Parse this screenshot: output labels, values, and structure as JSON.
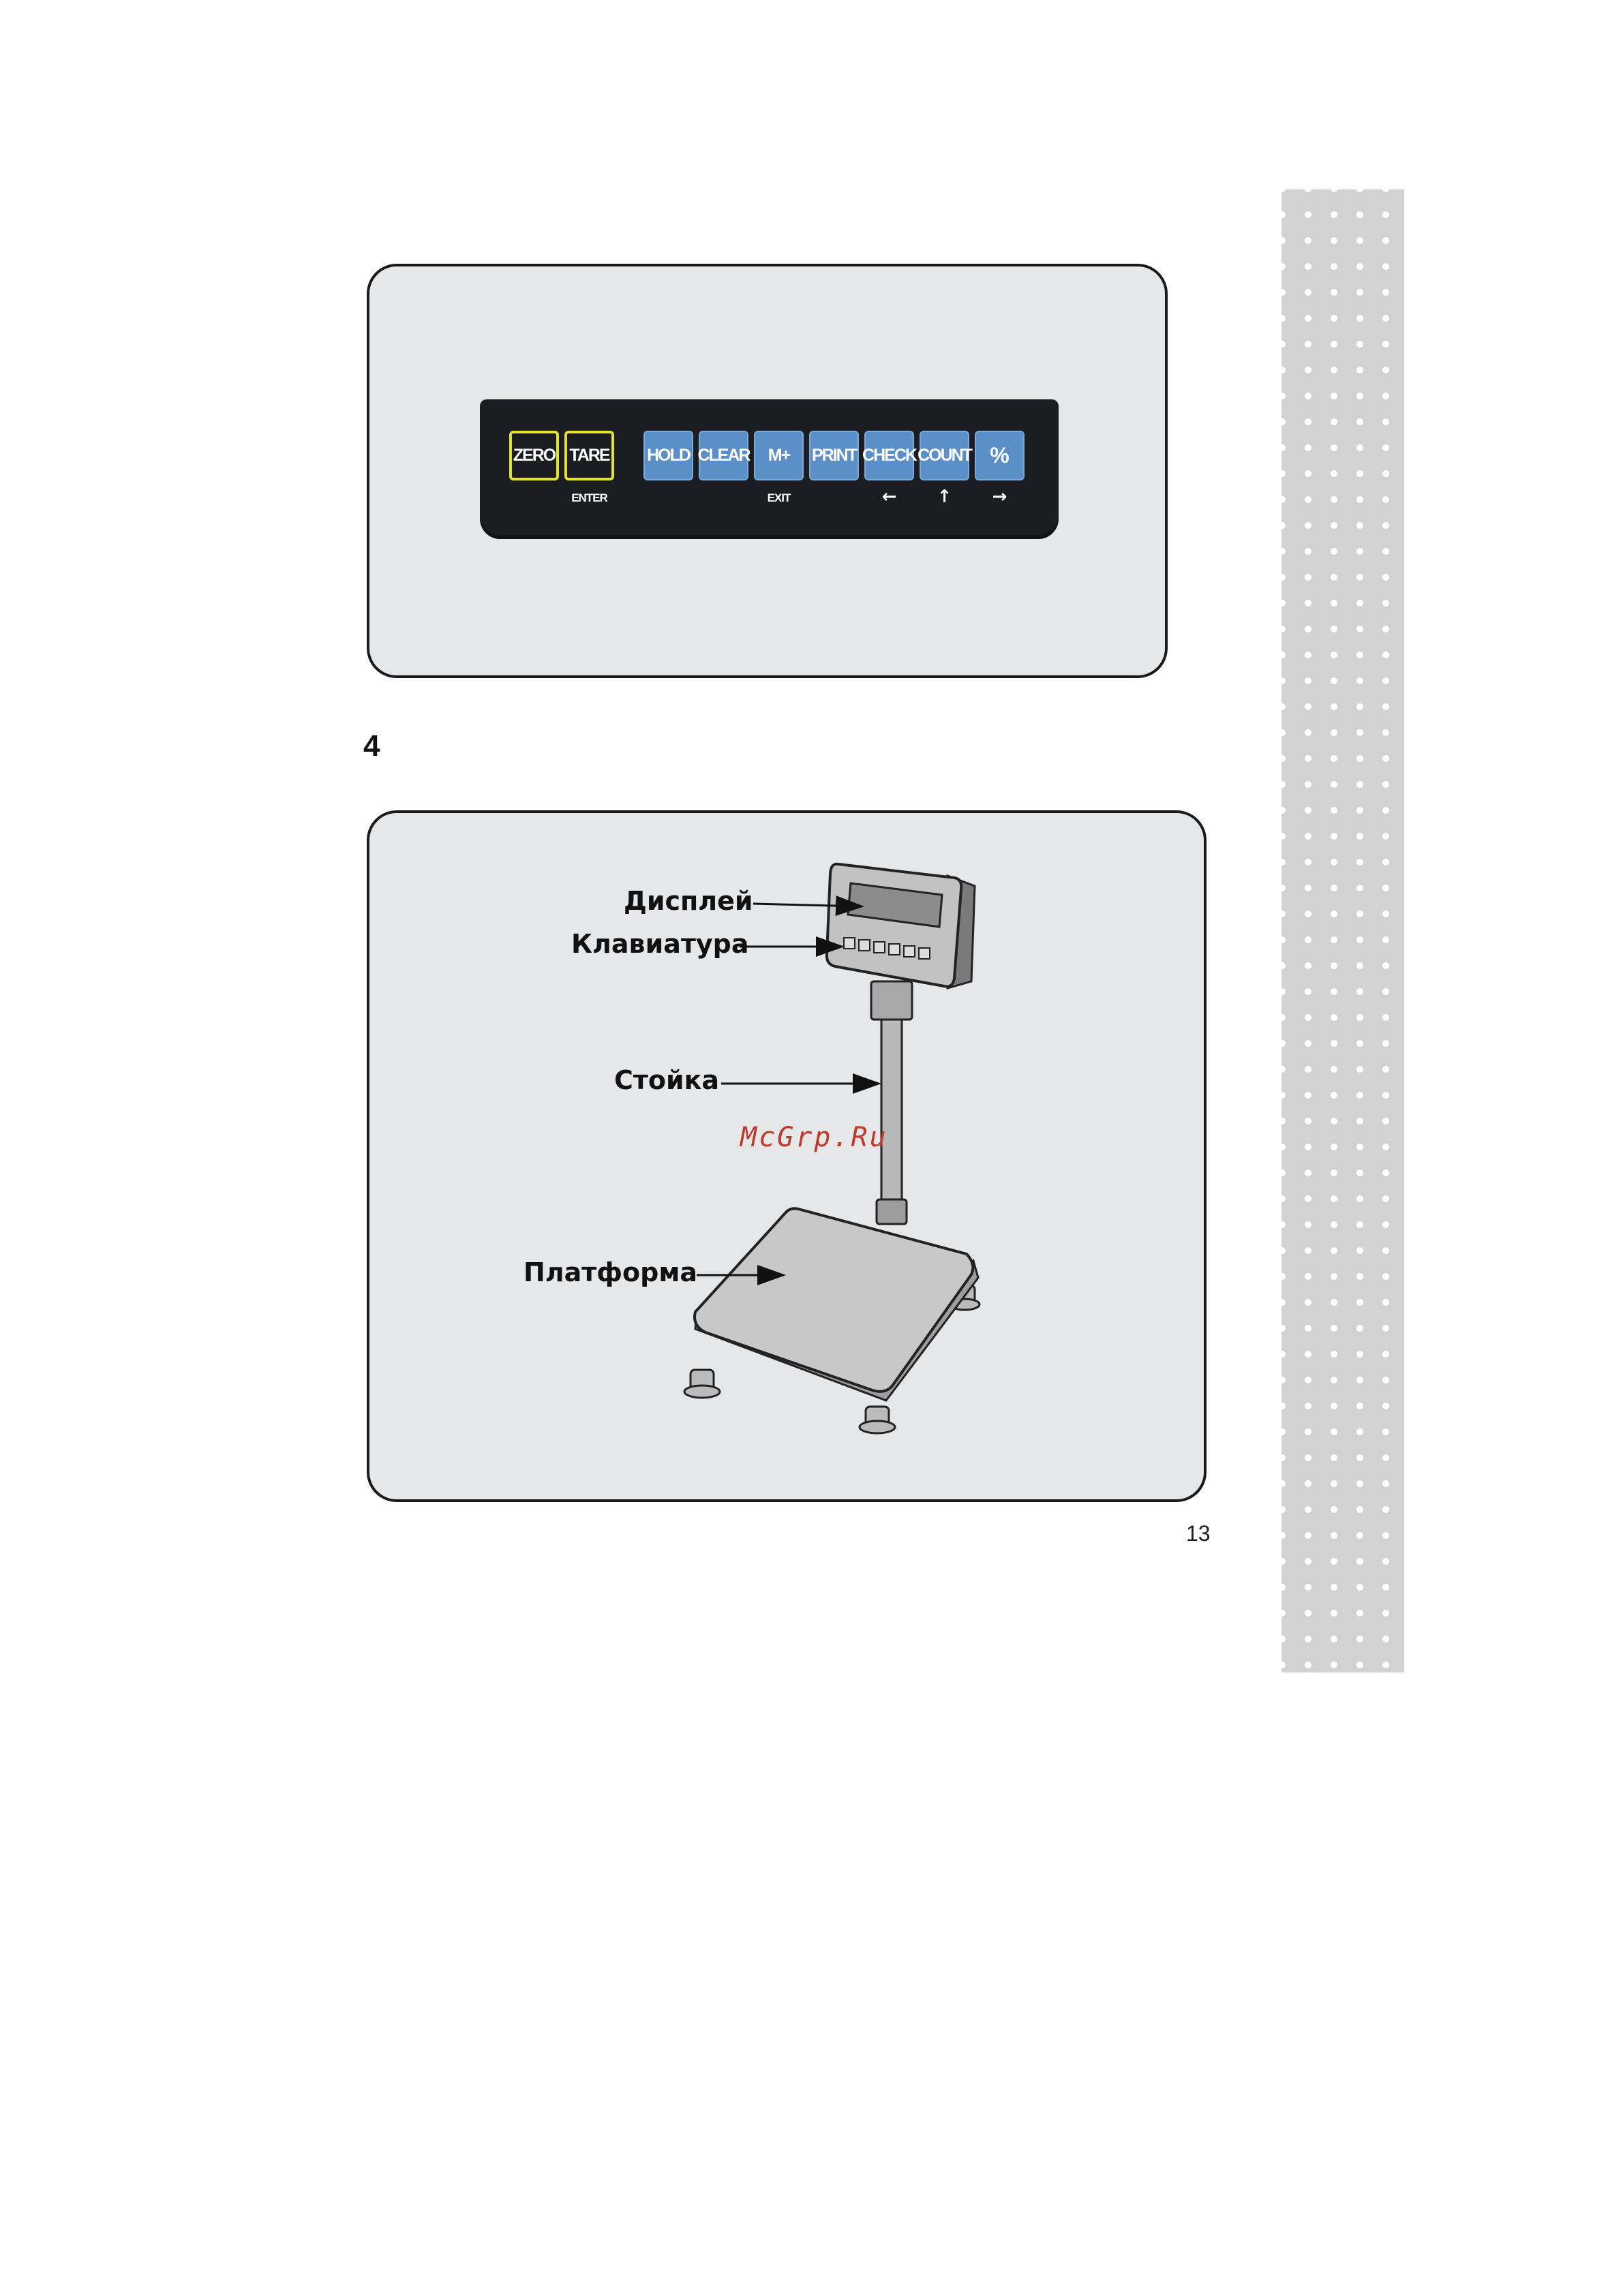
{
  "keypad": {
    "keys": {
      "zero": "ZERO",
      "tare": "TARE",
      "hold": "HOLD",
      "clear": "CLEAR",
      "mplus": "M+",
      "print": "PRINT",
      "check": "CHECK",
      "count": "COUNT",
      "percent": "%"
    },
    "sublabels": {
      "enter": "ENTER",
      "exit": "EXIT",
      "left": "←",
      "up": "↑",
      "right": "→"
    },
    "colors": {
      "key_blue": "#5b8fc7",
      "key_outline_yellow": "#e2e234",
      "bar": "#1b1d22"
    }
  },
  "section": {
    "number": "4"
  },
  "diagram": {
    "labels": {
      "display": "Дисплей",
      "keyboard": "Клавиатура",
      "stand": "Стойка",
      "platform": "Платформа"
    }
  },
  "watermark": "McGrp.Ru",
  "page_number": "13"
}
